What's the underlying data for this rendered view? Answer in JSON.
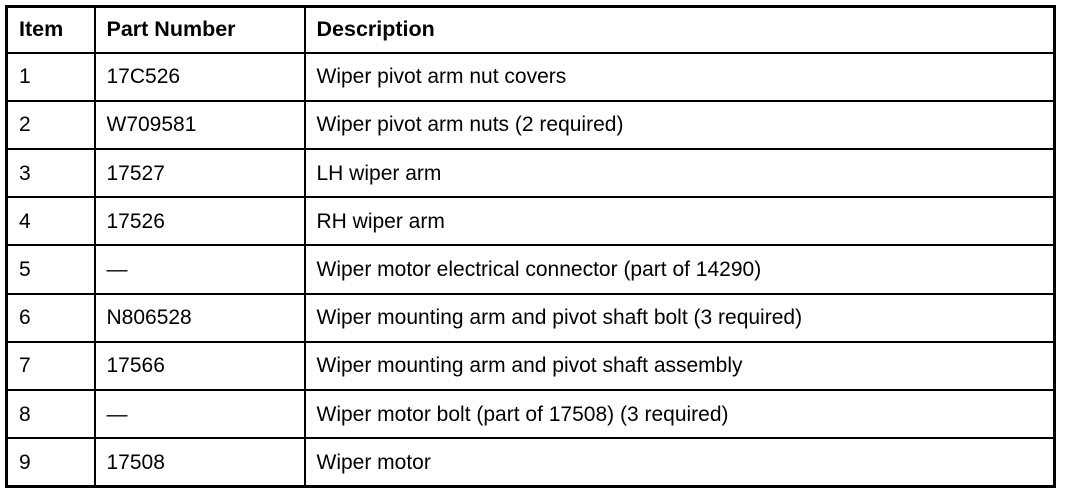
{
  "table": {
    "columns": [
      {
        "key": "item",
        "label": "Item"
      },
      {
        "key": "part_number",
        "label": "Part Number"
      },
      {
        "key": "description",
        "label": "Description"
      }
    ],
    "rows": [
      {
        "item": "1",
        "part_number": "17C526",
        "description": "Wiper pivot arm nut covers"
      },
      {
        "item": "2",
        "part_number": "W709581",
        "description": "Wiper pivot arm nuts (2 required)"
      },
      {
        "item": "3",
        "part_number": "17527",
        "description": "LH wiper arm"
      },
      {
        "item": "4",
        "part_number": "17526",
        "description": "RH wiper arm"
      },
      {
        "item": "5",
        "part_number": "—",
        "description": "Wiper motor electrical connector (part of 14290)"
      },
      {
        "item": "6",
        "part_number": "N806528",
        "description": "Wiper mounting arm and pivot shaft bolt (3 required)"
      },
      {
        "item": "7",
        "part_number": "17566",
        "description": "Wiper mounting arm and pivot shaft assembly"
      },
      {
        "item": "8",
        "part_number": "—",
        "description": "Wiper motor bolt (part of 17508) (3 required)"
      },
      {
        "item": "9",
        "part_number": "17508",
        "description": "Wiper motor"
      }
    ]
  },
  "colors": {
    "background": "#ffffff",
    "text": "#000000",
    "border": "#000000"
  }
}
